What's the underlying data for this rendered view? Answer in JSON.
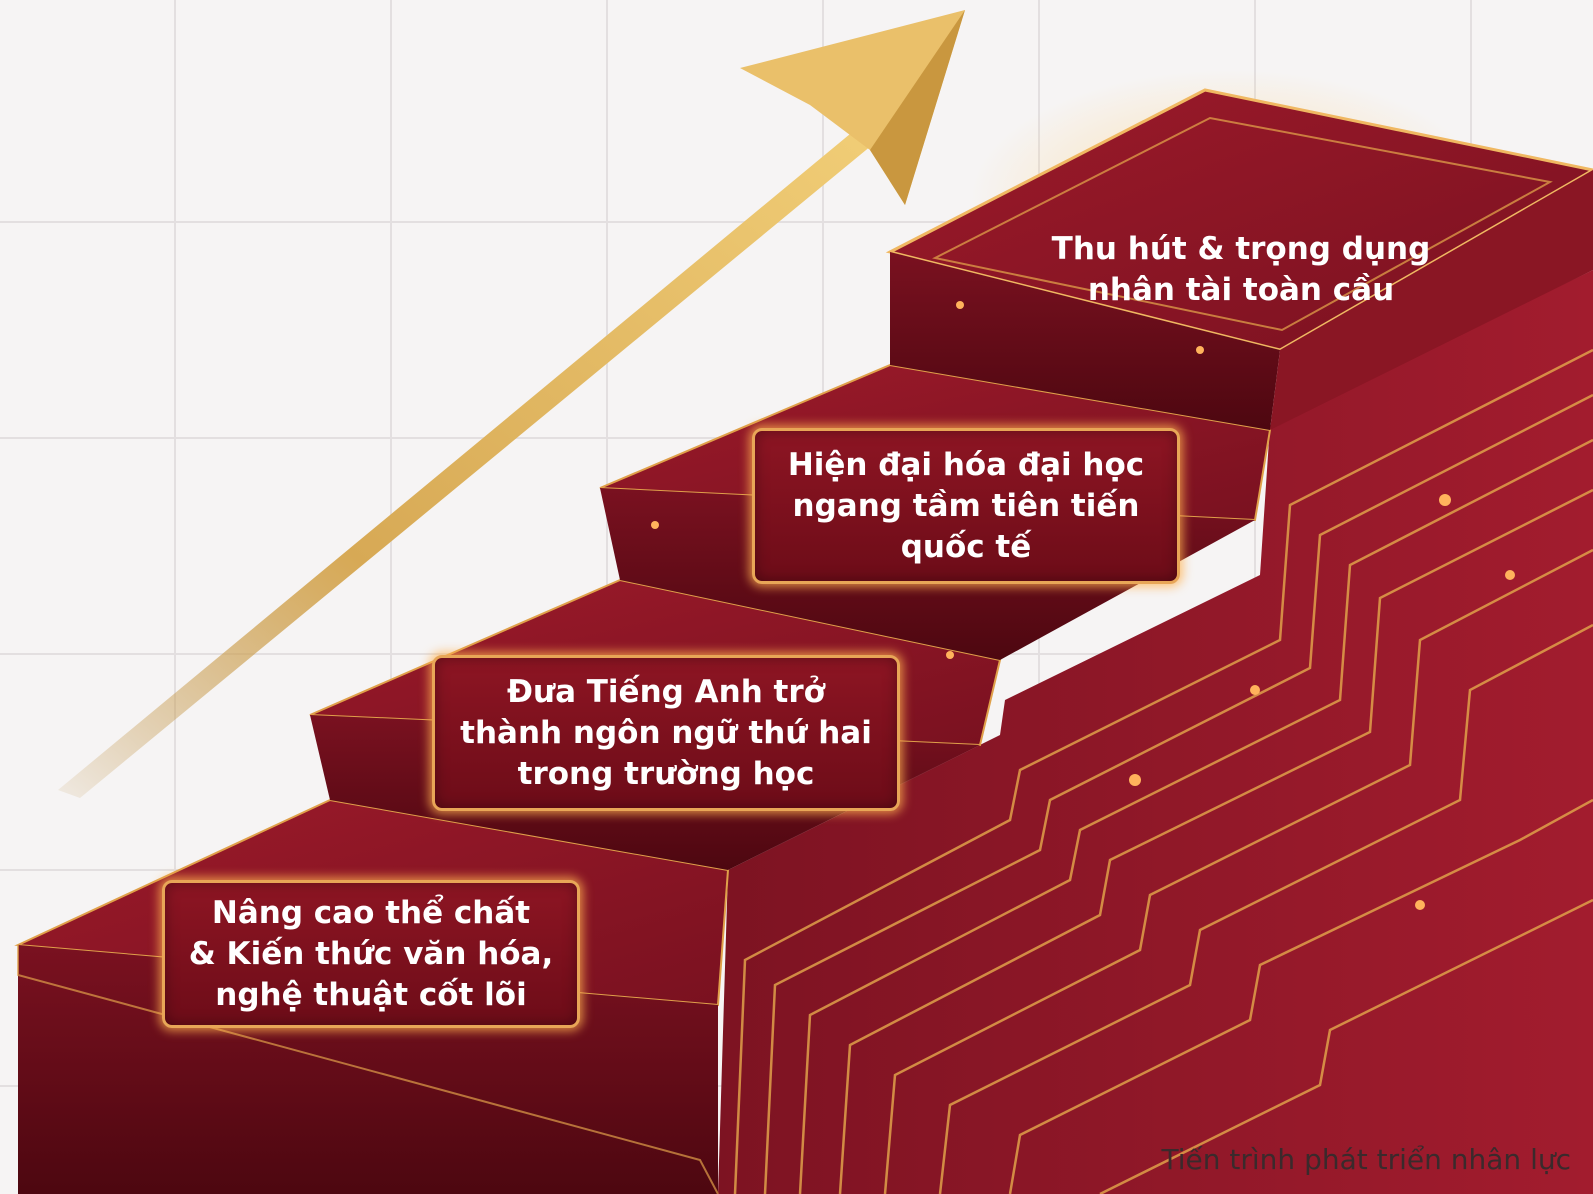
{
  "steps": [
    {
      "label": "Nâng cao thể chất\n& Kiến thức văn hóa,\nnghệ thuật cốt lõi"
    },
    {
      "label": "Đưa Tiếng Anh trở\nthành ngôn ngữ thứ hai\ntrong trường học"
    },
    {
      "label": "Hiện đại hóa đại học\nngang tầm tiên tiến\nquốc tế"
    },
    {
      "label": "Thu hút & trọng dụng\nnhân tài toàn cầu"
    }
  ],
  "caption": "Tiến trình phát triển nhân lực",
  "colors": {
    "background": "#f6f4f4",
    "step_top": "#8a1624",
    "step_side": "#5c0a14",
    "circuit_gold": "#e0a04a",
    "arrow_gold": "#e9c26b",
    "text": "#ffffff"
  },
  "icons": [
    "growth-arrow-icon",
    "circuit-pattern"
  ]
}
